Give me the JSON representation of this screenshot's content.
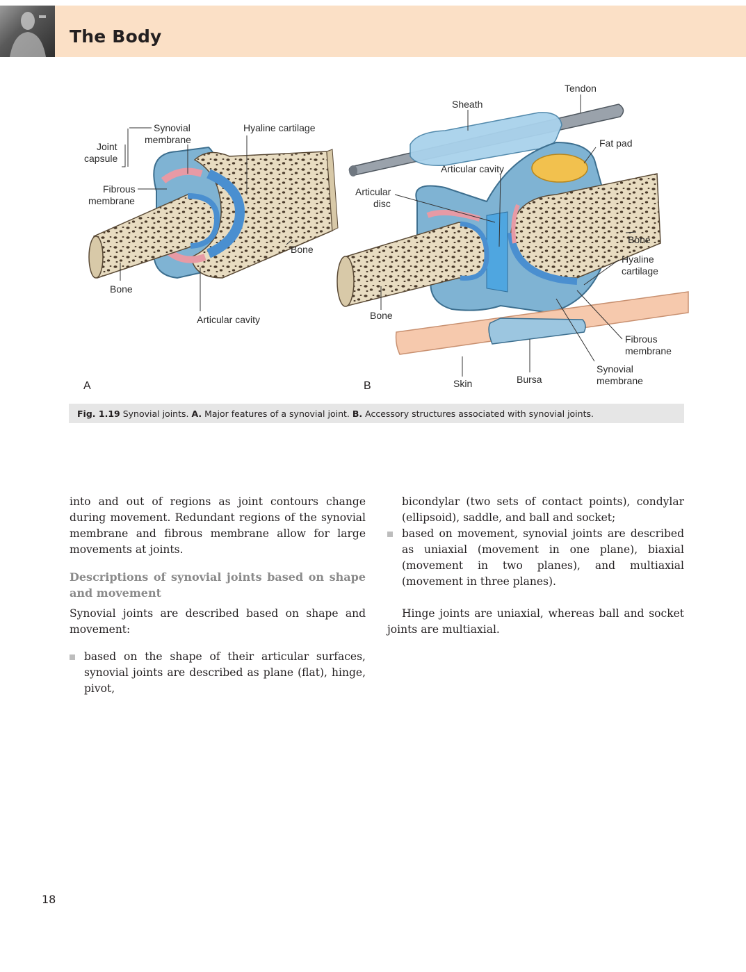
{
  "header": {
    "section_title": "The Body"
  },
  "figure": {
    "panel_a": {
      "letter": "A",
      "labels": {
        "synovial_membrane_1": "Synovial",
        "synovial_membrane_2": "membrane",
        "joint_capsule_1": "Joint",
        "joint_capsule_2": "capsule",
        "hyaline_cartilage": "Hyaline cartilage",
        "fibrous_membrane_1": "Fibrous",
        "fibrous_membrane_2": "membrane",
        "bone_right": "Bone",
        "bone_left": "Bone",
        "articular_cavity": "Articular cavity"
      }
    },
    "panel_b": {
      "letter": "B",
      "labels": {
        "tendon": "Tendon",
        "sheath": "Sheath",
        "fat_pad": "Fat pad",
        "articular_cavity": "Articular cavity",
        "articular_disc_1": "Articular",
        "articular_disc_2": "disc",
        "bone_right": "Bone",
        "hyaline_cartilage_1": "Hyaline",
        "hyaline_cartilage_2": "cartilage",
        "bone_left": "Bone",
        "fibrous_membrane_1": "Fibrous",
        "fibrous_membrane_2": "membrane",
        "synovial_membrane_1": "Synovial",
        "synovial_membrane_2": "membrane",
        "bursa": "Bursa",
        "skin": "Skin"
      }
    },
    "caption": {
      "fig_label": "Fig. 1.19",
      "text_1": " Synovial joints. ",
      "a_label": "A.",
      "text_2": " Major features of a synovial joint. ",
      "b_label": "B.",
      "text_3": " Accessory structures associated with synovial joints."
    }
  },
  "body": {
    "left": {
      "para1": "into and out of regions as joint contours change during movement. Redundant regions of the synovial membrane and fibrous membrane allow for large movements at joints.",
      "heading": "Descriptions of synovial joints based on shape and movement",
      "para2": "Synovial joints are described based on shape and movement:",
      "bullet1": "based on the shape of their articular surfaces, synovial joints are described as plane (flat), hinge, pivot,"
    },
    "right": {
      "bullet1_cont": "bicondylar (two sets of contact points), condylar (ellipsoid), saddle, and ball and socket;",
      "bullet2": "based on movement, synovial joints are described as uniaxial (movement in one plane), biaxial (movement in two planes), and multiaxial (movement in three planes).",
      "para": "Hinge joints are uniaxial, whereas ball and socket joints are multiaxial."
    }
  },
  "page_number": "18"
}
